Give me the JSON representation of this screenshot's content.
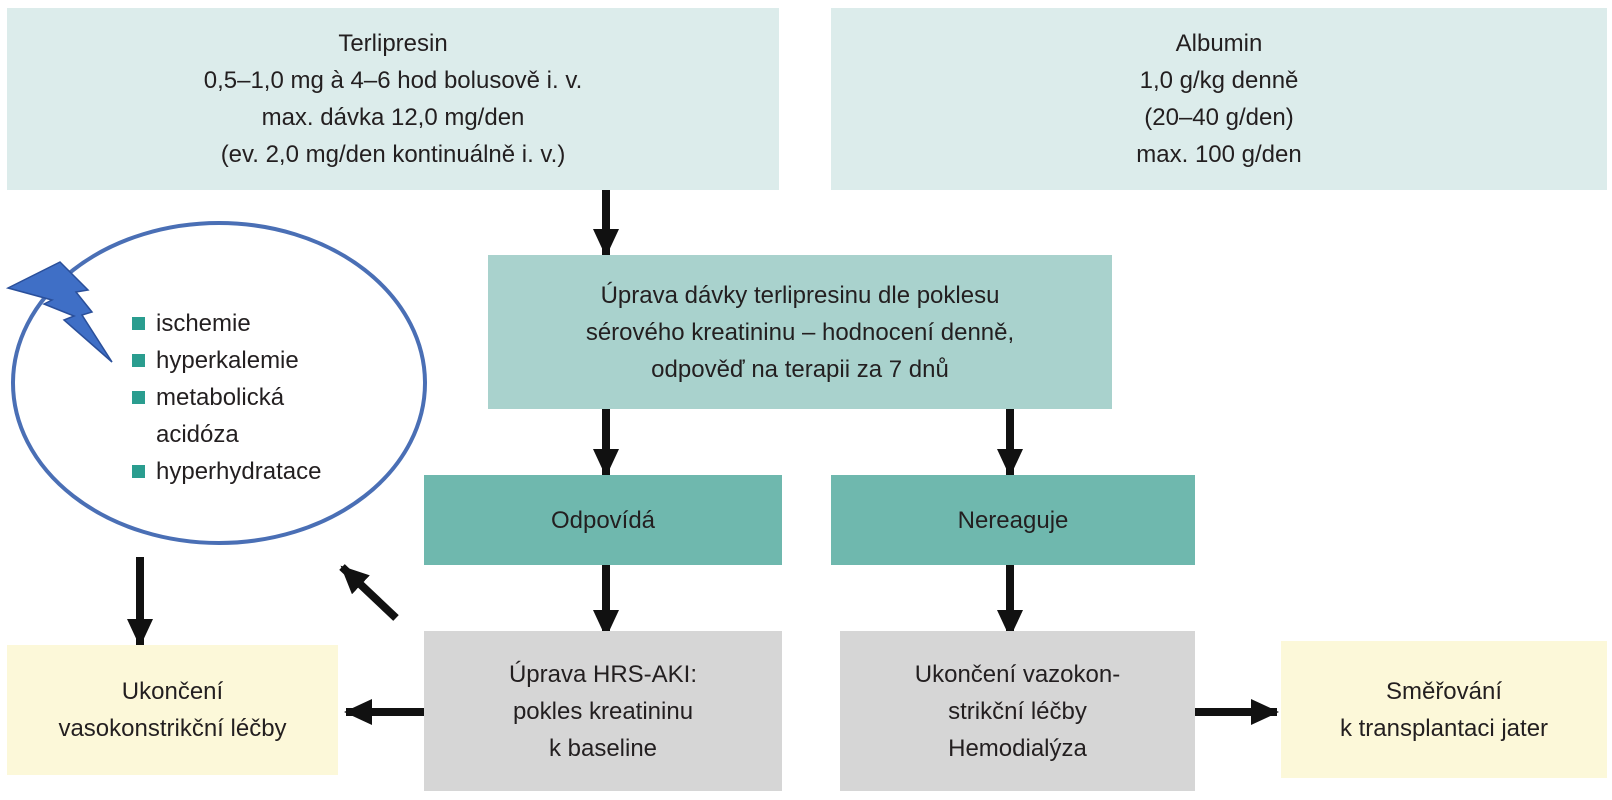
{
  "terlipresin": {
    "lines": [
      "Terlipresin",
      "0,5–1,0 mg à 4–6 hod bolusově i. v.",
      "max. dávka 12,0 mg/den",
      "(ev. 2,0 mg/den kontinuálně i. v.)"
    ]
  },
  "albumin": {
    "lines": [
      "Albumin",
      "1,0 g/kg denně",
      "(20–40 g/den)",
      "max. 100 g/den"
    ]
  },
  "uprava_davky": {
    "lines": [
      "Úprava dávky terlipresinu dle poklesu",
      "sérového kreatininu – hodnocení denně,",
      "odpověď na terapii za 7 dnů"
    ]
  },
  "odpovida": {
    "label": "Odpovídá"
  },
  "nereaguje": {
    "label": "Nereaguje"
  },
  "uprava_hrs": {
    "lines": [
      "Úprava HRS-AKI:",
      "pokles kreatininu",
      "k baseline"
    ]
  },
  "ukonceni_vazokon": {
    "lines": [
      "Ukončení vazokon-",
      "strikční léčby",
      "Hemodialýza"
    ]
  },
  "ukonceni_vasokon": {
    "lines": [
      "Ukončení",
      "vasokonstrikční léčby"
    ]
  },
  "smerovani": {
    "lines": [
      "Směřování",
      "k transplantaci jater"
    ]
  },
  "risks": {
    "items": [
      {
        "lines": [
          "ischemie"
        ]
      },
      {
        "lines": [
          "hyperkalemie"
        ]
      },
      {
        "lines": [
          "metabolická",
          "acidóza"
        ]
      },
      {
        "lines": [
          "hyperhydratace"
        ]
      }
    ]
  },
  "colors": {
    "light_box": "#dceceb",
    "mid_box": "#a9d2cd",
    "teal_box": "#6fb8ae",
    "gray_box": "#d6d6d6",
    "cream_box": "#fcf8d9",
    "ellipse_stroke": "#4a6fb5",
    "lightning": "#3f6fc6",
    "bullet": "#2a9d8f",
    "arrow": "#111111"
  },
  "icons": [
    "lightning-icon",
    "square-bullet-icon",
    "arrow-icon"
  ]
}
